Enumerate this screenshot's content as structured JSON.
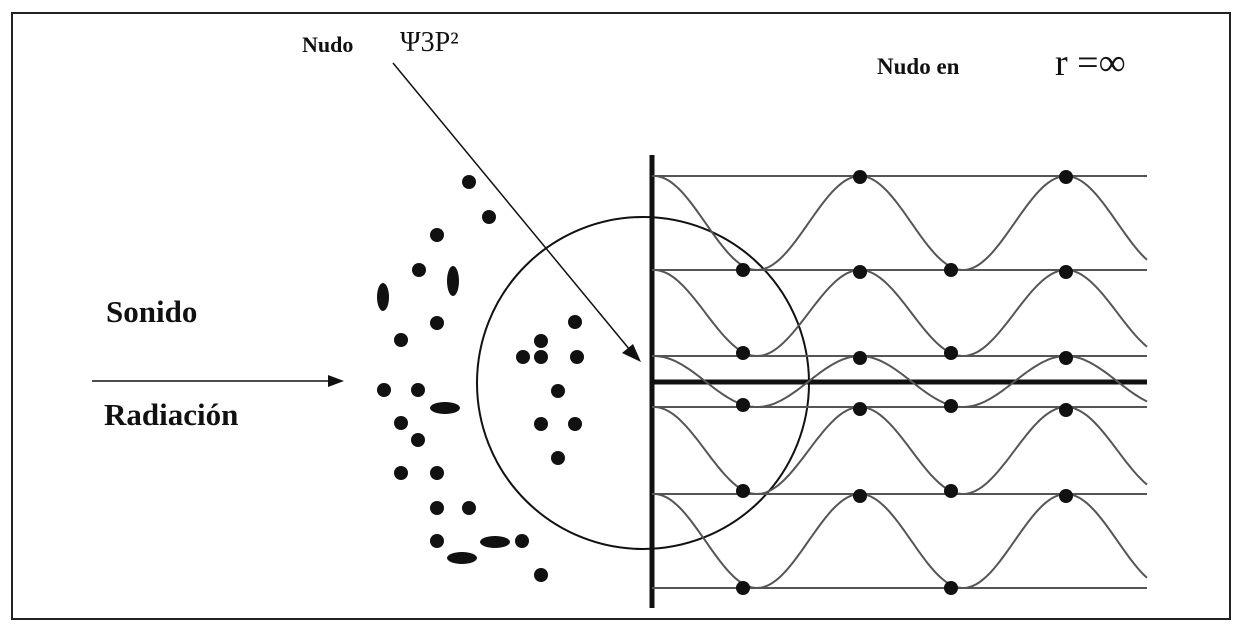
{
  "labels": {
    "node_psi_prefix": "Nudo",
    "node_psi_symbol": "Ψ3P²",
    "node_at_prefix": "Nudo en",
    "node_at_symbol": "r =∞",
    "sound": "Sonido",
    "radiation": "Radiación"
  },
  "colors": {
    "ink": "#111111",
    "wave": "#555555",
    "frame": "#222222"
  }
}
